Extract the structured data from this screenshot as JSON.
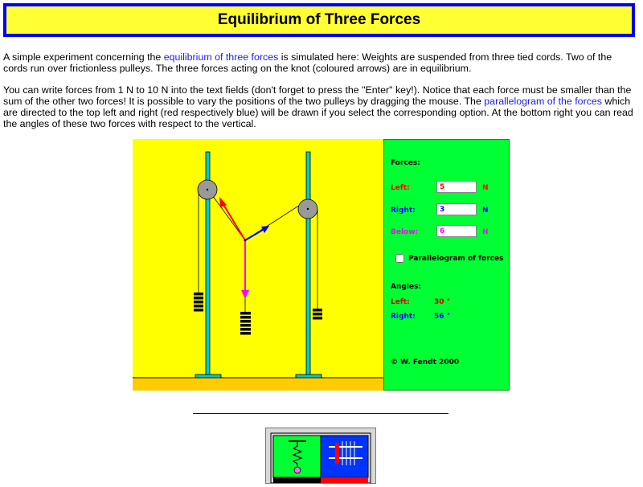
{
  "page": {
    "title": "Equilibrium of Three Forces",
    "intro": {
      "before_link": "A simple experiment concerning the ",
      "link": "equilibrium of three forces",
      "after_link": " is simulated here: Weights are suspended from three tied cords. Two of the cords run over frictionless pulleys. The three forces acting on the knot (coloured arrows) are in equilibrium."
    },
    "instructions": {
      "before_link": "You can write forces from 1 N to 10 N into the text fields (don't forget to press the \"Enter\" key!). Notice that each force must be smaller than the sum of the other two forces! It is possible to vary the positions of the two pulleys by dragging the mouse. The ",
      "link": "parallelogram of the forces",
      "after_link": " which are directed to the top left and right (red respectively blue) will be drawn if you select the corresponding option. At the bottom right you can read the angles of these two forces with respect to the vertical."
    }
  },
  "panel": {
    "forces_heading": "Forces:",
    "left_label": "Left:",
    "right_label": "Right:",
    "below_label": "Below:",
    "left_value": "5",
    "right_value": "3",
    "below_value": "6",
    "unit": "N",
    "parallelogram_label": "Parallelogram of forces",
    "parallelogram_checked": false,
    "angles_heading": "Angles:",
    "angle_left_label": "Left:",
    "angle_right_label": "Right:",
    "angle_left_value": "30 °",
    "angle_right_value": "56 °",
    "copyright": "©  W. Fendt 2000"
  },
  "colors": {
    "sim_background": "#ffff00",
    "ground": "#ffcc00",
    "panel_background": "#00ff33",
    "left_force": "#ff0000",
    "right_force": "#0000ff",
    "below_force": "#ff00ff",
    "pole": "#00cccc"
  }
}
